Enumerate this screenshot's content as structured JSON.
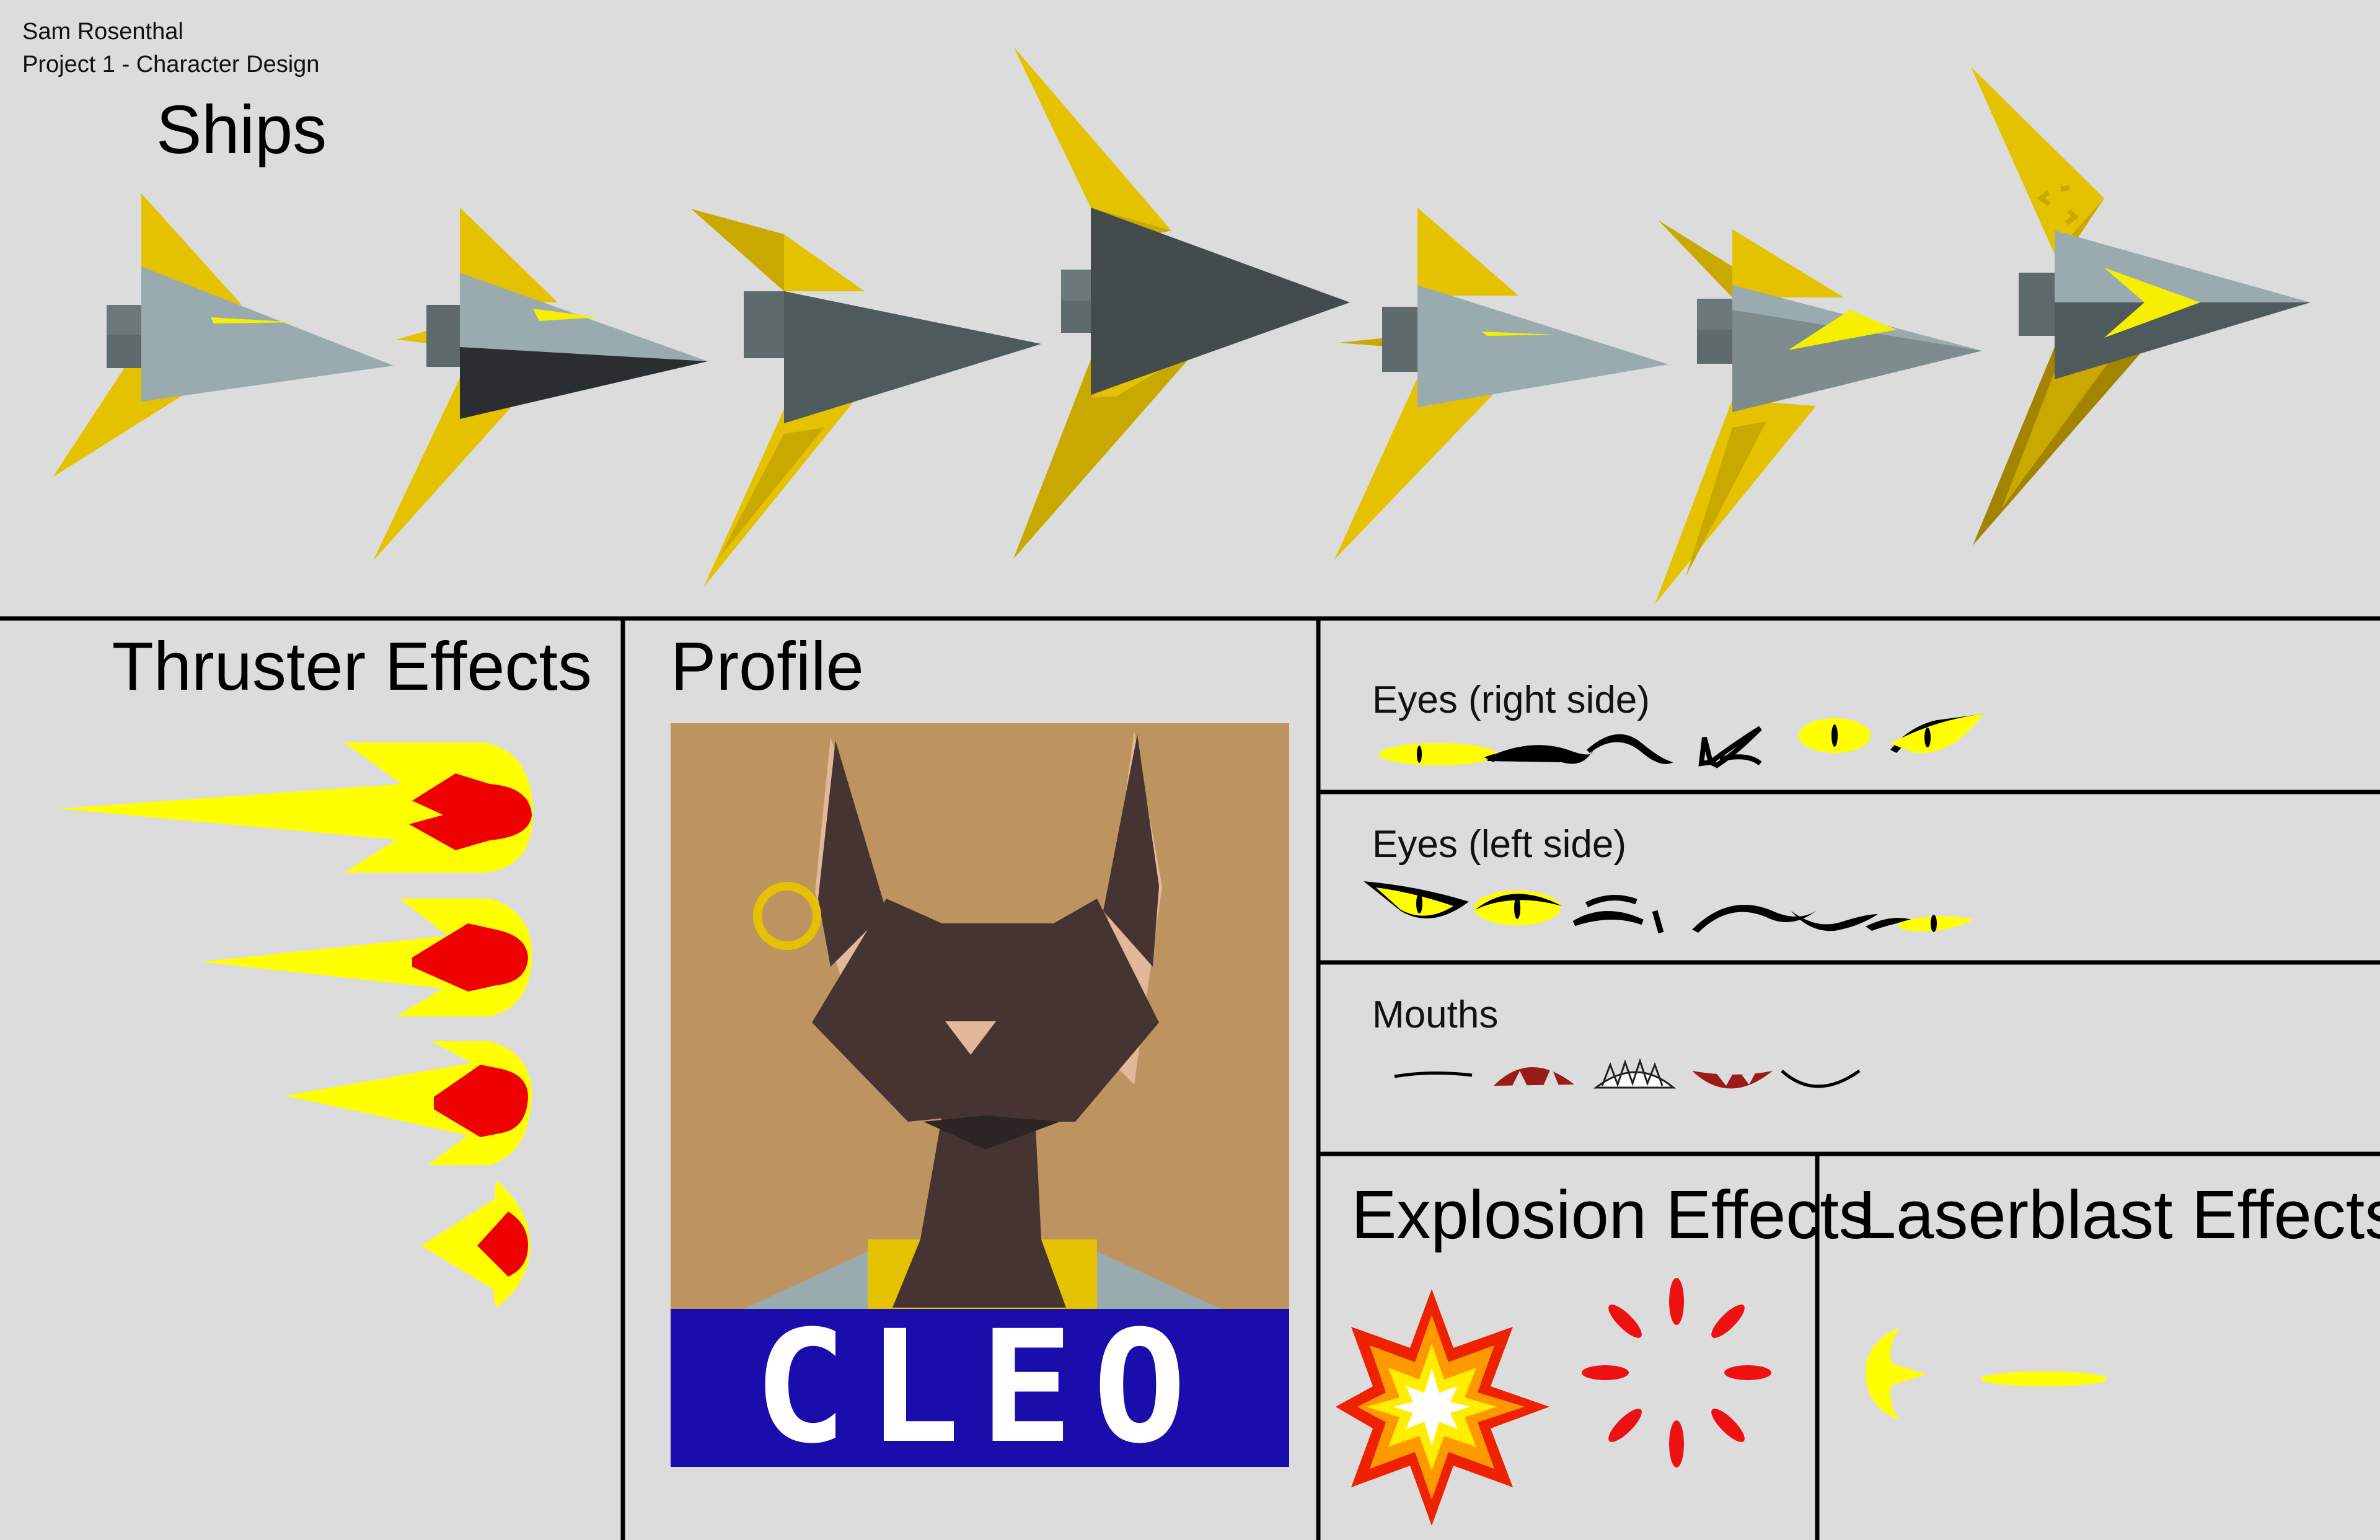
{
  "author": "Sam Rosenthal",
  "project": "Project 1 - Character Design",
  "sections": {
    "ships": "Ships",
    "thruster": "Thruster Effects",
    "profile": "Profile",
    "explosion": "Explosion Effects",
    "laserblast": "Laserblast Effects"
  },
  "eyes_right_label": "Eyes (right side)",
  "eyes_left_label": "Eyes (left side)",
  "mouths_label": "Mouths",
  "profile_name": "CLEO",
  "ship_variants": 7,
  "thruster_flames": 4,
  "colors": {
    "background": "#dcdcdc",
    "line": "#000000",
    "wing_yellow": "#e5c200",
    "wing_dark": "#c9a800",
    "hull_light": "#9aabb0",
    "hull_dark": "#4f5a5c",
    "hull_black": "#2b2e30",
    "accent_yellow": "#f6ef00",
    "flame_yellow": "#ffff00",
    "flame_red": "#ee0000",
    "profile_bg": "#bd9460",
    "cat_fur": "#463433",
    "cat_ear_inner": "#e3b89a",
    "name_banner": "#1a0dab",
    "mouth_red": "#9b1b18"
  }
}
